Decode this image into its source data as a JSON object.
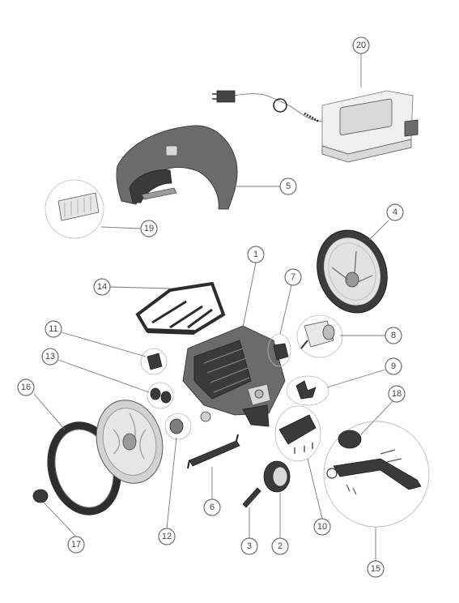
{
  "callouts": [
    {
      "id": "1",
      "label": "1"
    },
    {
      "id": "2",
      "label": "2"
    },
    {
      "id": "3",
      "label": "3"
    },
    {
      "id": "4",
      "label": "4"
    },
    {
      "id": "5",
      "label": "5"
    },
    {
      "id": "6",
      "label": "6"
    },
    {
      "id": "7",
      "label": "7"
    },
    {
      "id": "8",
      "label": "8"
    },
    {
      "id": "9",
      "label": "9"
    },
    {
      "id": "10",
      "label": "10"
    },
    {
      "id": "11",
      "label": "11"
    },
    {
      "id": "12",
      "label": "12"
    },
    {
      "id": "13",
      "label": "13"
    },
    {
      "id": "14",
      "label": "14"
    },
    {
      "id": "15",
      "label": "15"
    },
    {
      "id": "16",
      "label": "16"
    },
    {
      "id": "17",
      "label": "17"
    },
    {
      "id": "18",
      "label": "18"
    },
    {
      "id": "19",
      "label": "19"
    },
    {
      "id": "20",
      "label": "20"
    }
  ],
  "colors": {
    "part_dark": "#3a3a3a",
    "part_light": "#d9d9d9",
    "callout_stroke": "#6d6d6d"
  }
}
